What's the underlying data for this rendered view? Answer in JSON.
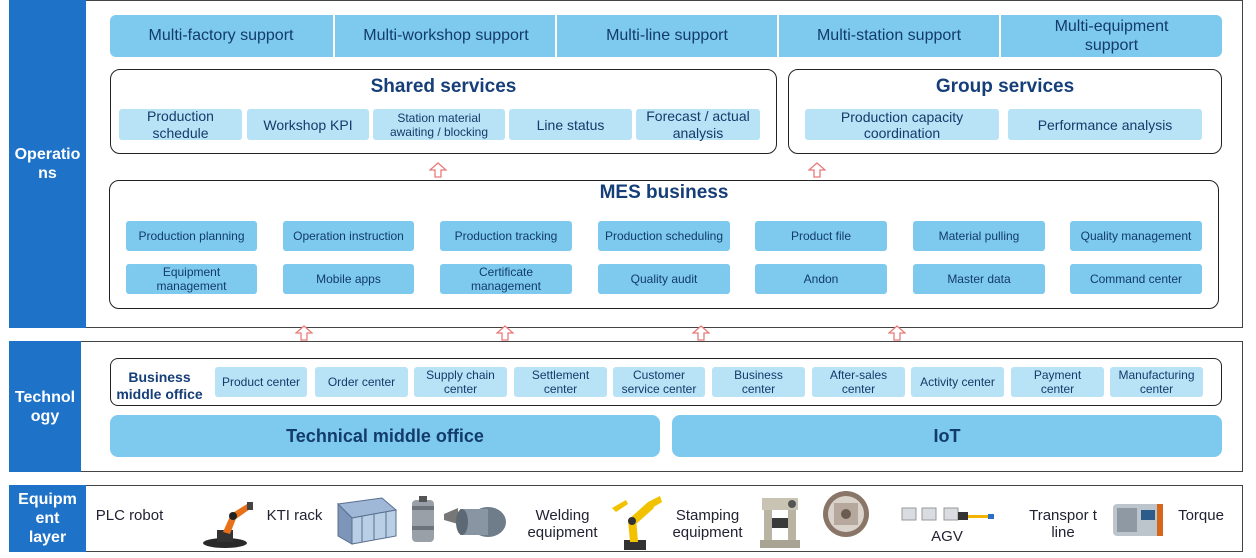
{
  "bands": {
    "operations": "Operatio ns",
    "technology": "Technol ogy",
    "equipment": "Equipm ent layer"
  },
  "top_supports": [
    "Multi-factory support",
    "Multi-workshop support",
    "Multi-line support",
    "Multi-station support",
    "Multi-equipment support"
  ],
  "shared_services": {
    "title": "Shared services",
    "items": [
      "Production schedule",
      "Workshop KPI",
      "Station material awaiting / blocking",
      "Line status",
      "Forecast / actual analysis"
    ]
  },
  "group_services": {
    "title": "Group services",
    "items": [
      "Production capacity coordination",
      "Performance analysis"
    ]
  },
  "mes": {
    "title": "MES business",
    "row1": [
      "Production planning",
      "Operation instruction",
      "Production tracking",
      "Production scheduling",
      "Product file",
      "Material pulling",
      "Quality management"
    ],
    "row2": [
      "Equipment management",
      "Mobile apps",
      "Certificate management",
      "Quality audit",
      "Andon",
      "Master data",
      "Command center"
    ]
  },
  "business_middle_office": {
    "label": "Business middle office",
    "items": [
      "Product center",
      "Order center",
      "Supply chain center",
      "Settlement center",
      "Customer service center",
      "Business center",
      "After-sales center",
      "Activity center",
      "Payment center",
      "Manufacturing center"
    ]
  },
  "technical_middle_office": "Technical middle office",
  "iot": "IoT",
  "equipment": {
    "plc_robot": "PLC robot",
    "kti_rack": "KTI rack",
    "welding": "Welding equipment",
    "stamping": "Stamping equipment",
    "agv": "AGV",
    "transport_line": "Transpor t line",
    "torque": "Torque"
  },
  "colors": {
    "band": "#1e73c8",
    "pill": "#7ec9ee",
    "pill_light": "#b8e2f6",
    "title": "#163e78",
    "arrow": "#e87b7b"
  }
}
